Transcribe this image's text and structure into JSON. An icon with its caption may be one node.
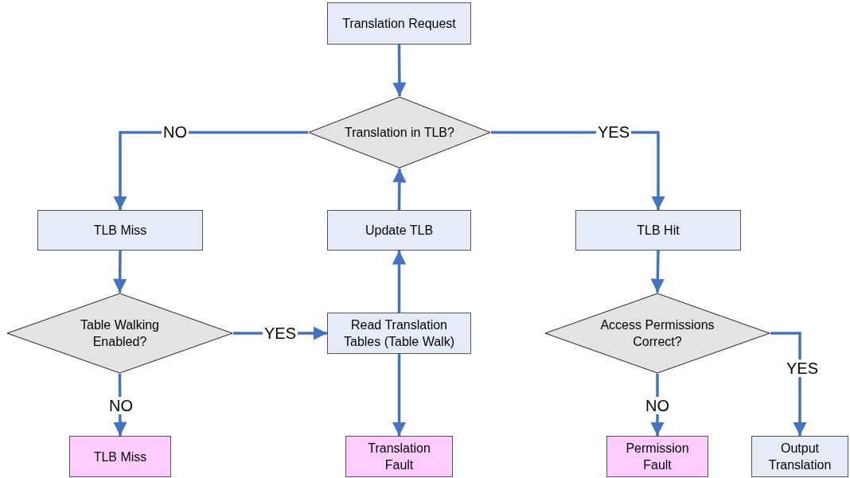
{
  "diagram": {
    "nodes": [
      {
        "text": [
          "Translation Request"
        ]
      },
      {
        "text": [
          "Translation in TLB?"
        ]
      },
      {
        "text": [
          "TLB Miss"
        ]
      },
      {
        "text": [
          "Update TLB"
        ]
      },
      {
        "text": [
          "TLB Hit"
        ]
      },
      {
        "text": [
          "Table Walking Enabled?"
        ]
      },
      {
        "text": [
          "Read Translation Tables (Table Walk)"
        ]
      },
      {
        "text": [
          "Access Permissions Correct?"
        ]
      },
      {
        "text": [
          "TLB Miss"
        ]
      },
      {
        "text": [
          "Translation Fault"
        ]
      },
      {
        "text": [
          "Permission Fault"
        ]
      },
      {
        "text": [
          "Output Translation"
        ]
      }
    ],
    "edges": [
      {
        "from": 0,
        "to": 1,
        "arrow": "to"
      },
      {
        "from": 1,
        "to": 2,
        "label": "NO",
        "arrow": "to"
      },
      {
        "from": 1,
        "to": 4,
        "label": "YES",
        "arrow": "to"
      },
      {
        "from": 2,
        "to": 5,
        "arrow": "to"
      },
      {
        "from": 5,
        "to": 6,
        "label": "YES",
        "arrow": "to"
      },
      {
        "from": 5,
        "to": 8,
        "label": "NO",
        "arrow": "to"
      },
      {
        "from": 6,
        "to": 3,
        "arrow": "to"
      },
      {
        "from": 3,
        "to": 1,
        "arrow": "to"
      },
      {
        "from": 6,
        "to": 9,
        "arrow": "to"
      },
      {
        "from": 4,
        "to": 7,
        "arrow": "to"
      },
      {
        "from": 7,
        "to": 10,
        "label": "NO",
        "arrow": "to"
      },
      {
        "from": 7,
        "to": 11,
        "label": "YES",
        "arrow": "to"
      }
    ]
  }
}
